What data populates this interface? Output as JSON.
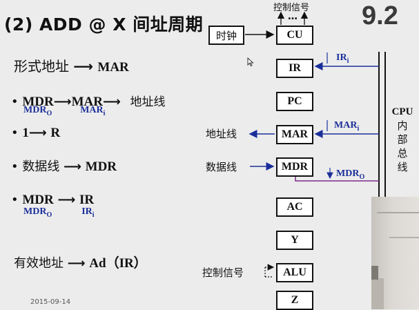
{
  "slide": {
    "title": "(2) ADD @ X 间址周期",
    "number": "9.2",
    "date": "2015-09-14"
  },
  "steps": [
    {
      "text": "形式地址",
      "arrow": "⟶",
      "target": "MAR"
    },
    {
      "bullet": "•",
      "from": "MDR",
      "arrow": "⟶",
      "mid": "MAR",
      "arrow2": "⟶",
      "target": "地址线",
      "sub1": "MDR",
      "sub1_s": "O",
      "sub2": "MAR",
      "sub2_s": "i"
    },
    {
      "bullet": "•",
      "from": "1",
      "arrow": "⟶",
      "target": "R"
    },
    {
      "bullet": "•",
      "from": "数据线",
      "arrow": "⟶",
      "target": "MDR"
    },
    {
      "bullet": "•",
      "from": "MDR",
      "arrow": "⟶",
      "target": "IR",
      "sub1": "MDR",
      "sub1_s": "O",
      "sub2": "IR",
      "sub2_s": "i"
    },
    {
      "text": "有效地址",
      "arrow": "⟶",
      "target": "Ad（IR）"
    }
  ],
  "diagram": {
    "clock": "时钟",
    "control_signal_top": "控制信号",
    "dots": "…",
    "registers": [
      "CU",
      "IR",
      "PC",
      "MAR",
      "MDR",
      "AC",
      "Y",
      "ALU",
      "Z"
    ],
    "address_bus": "地址线",
    "data_bus": "数据线",
    "control_signal_alu": "控制信号",
    "signal_ir": "IR",
    "signal_ir_s": "i",
    "signal_mar": "MAR",
    "signal_mar_s": "i",
    "signal_mdr": "MDR",
    "signal_mdr_s": "O",
    "bus_label": [
      "CPU",
      "内",
      "部",
      "总",
      "线"
    ]
  },
  "colors": {
    "control_line": "#1b2f9a",
    "mdr_line": "#7b2a8a"
  }
}
